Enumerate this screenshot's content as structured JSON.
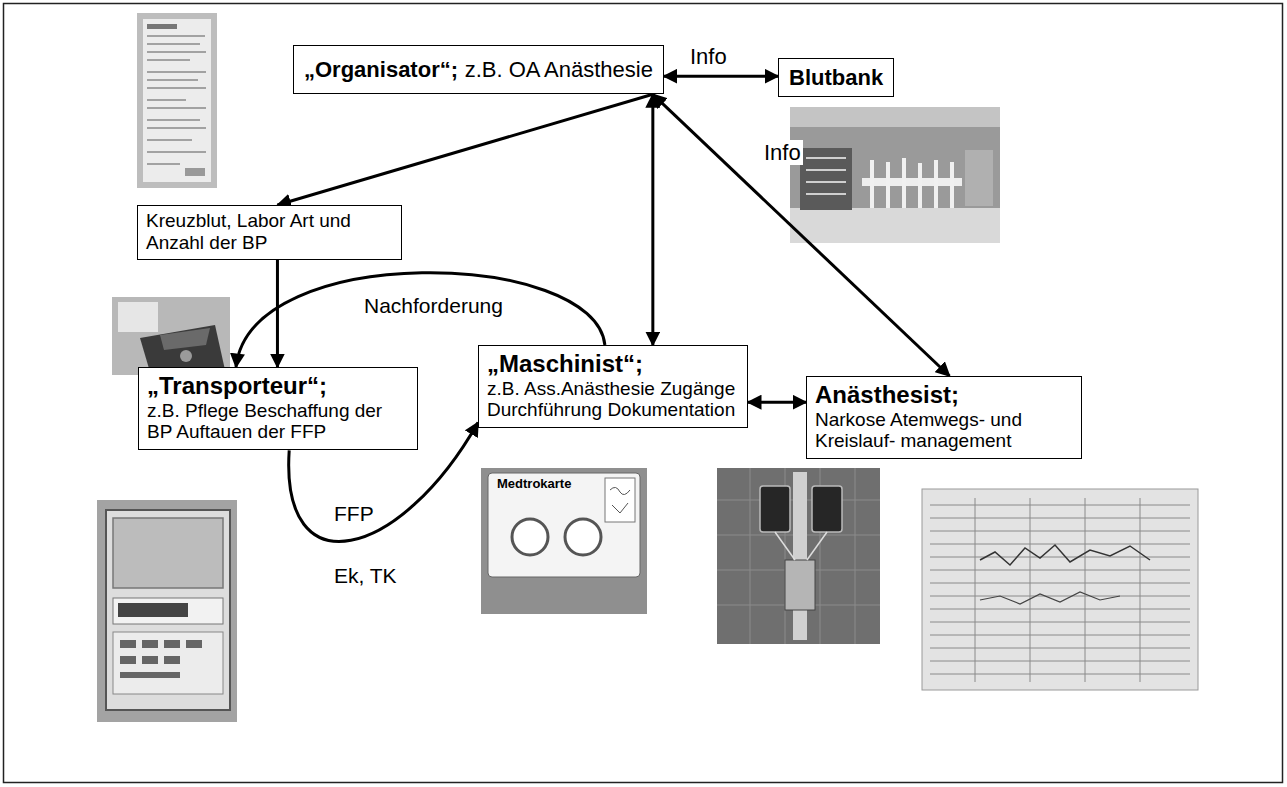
{
  "diagram": {
    "nodes": [
      {
        "text": [
          "„Organisator“;",
          "z.B. OA Anästhesie"
        ]
      },
      {
        "text": [
          "Blutbank"
        ]
      },
      {
        "text": [
          "Kreuzblut, Labor Art und Anzahl der BP"
        ]
      },
      {
        "text": [
          "„Transporteur“;",
          "z.B. Pflege Beschaffung der BP Auftauen der FFP"
        ]
      },
      {
        "text": [
          "„Maschinist“;",
          "z.B. Ass.Anästhesie Zugänge Durchführung Dokumentation"
        ]
      },
      {
        "text": [
          "Anästhesist;",
          "Narkose Atemwegs- und Kreislauf- management"
        ]
      }
    ],
    "edges": [
      {
        "from": 0,
        "to": 1,
        "label": "Info",
        "arrow": "both"
      },
      {
        "from": 0,
        "to": 2,
        "arrow": "to"
      },
      {
        "from": 2,
        "to": 3,
        "arrow": "to"
      },
      {
        "from": 4,
        "to": 3,
        "label": "Nachforderung",
        "arrow": "to"
      },
      {
        "from": 0,
        "to": 4,
        "arrow": "both"
      },
      {
        "from": 0,
        "to": 5,
        "label": "Info",
        "arrow": "both"
      },
      {
        "from": 3,
        "to": 4,
        "label": "FFP",
        "arrow": "to"
      },
      {
        "from": 4,
        "to": 5,
        "arrow": "both"
      }
    ],
    "labels": [
      "Ek, TK",
      "Medtrokarte"
    ]
  }
}
